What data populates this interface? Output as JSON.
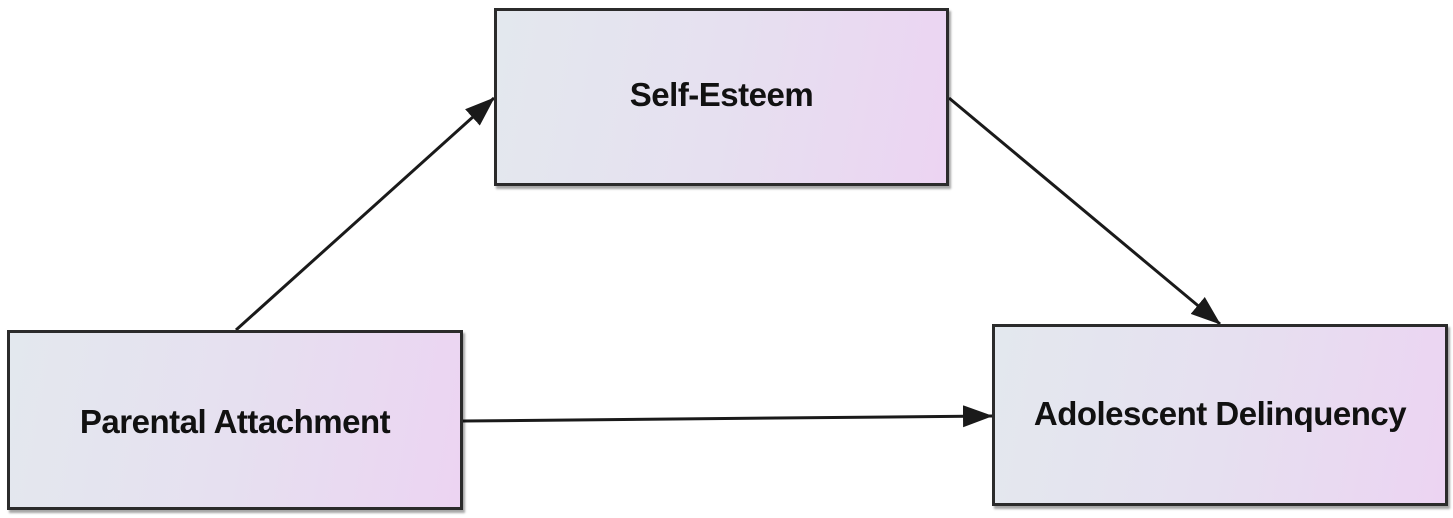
{
  "diagram": {
    "type": "mediation-model",
    "nodes": {
      "mediator": {
        "label": "Self-Esteem"
      },
      "predictor": {
        "label": "Parental Attachment"
      },
      "outcome": {
        "label": "Adolescent Delinquency"
      }
    },
    "edges": [
      {
        "from": "predictor",
        "to": "mediator"
      },
      {
        "from": "mediator",
        "to": "outcome"
      },
      {
        "from": "predictor",
        "to": "outcome"
      }
    ],
    "colors": {
      "box_gradient_start": "#e3e8ee",
      "box_gradient_end": "#ecd4f2",
      "border": "#2b2b2b",
      "arrow": "#1a1a1a",
      "text": "#111111"
    }
  }
}
